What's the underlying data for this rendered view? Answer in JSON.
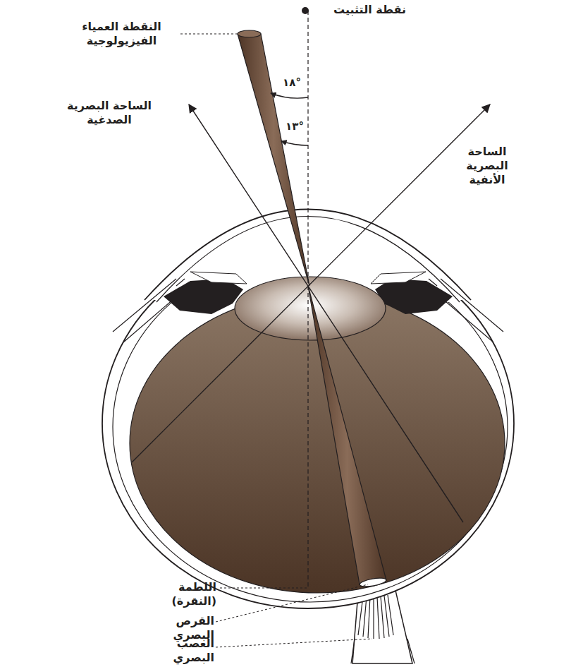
{
  "diagram": {
    "labels": [
      "نقطة التثبيت",
      "النقطة العمياء الفيزيولوجية",
      "الساحة البصرية الصدغية",
      "الساحة البصرية الأنفية",
      "°١٨",
      "°١٣",
      "اللطمة (النقرة)",
      "القرص البصري",
      "العصب البصري"
    ]
  }
}
